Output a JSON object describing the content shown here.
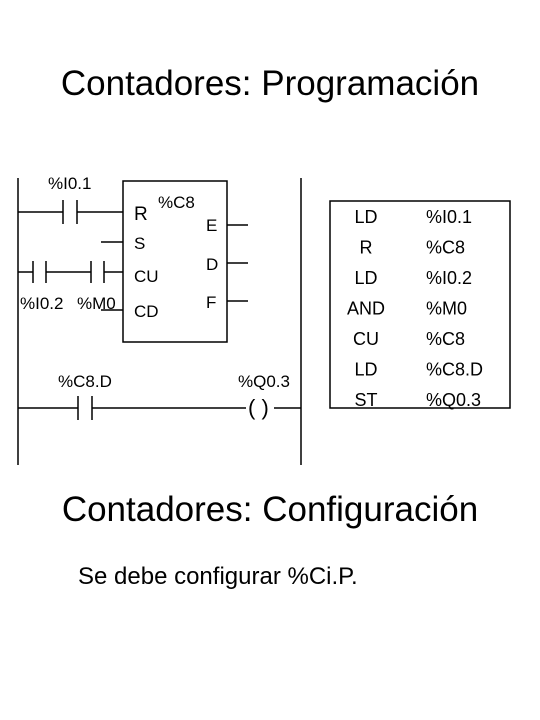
{
  "title_programming": "Contadores: Programación",
  "title_config": "Contadores: Configuración",
  "config_note": "Se debe configurar %Ci.P.",
  "ladder": {
    "contact_in1": "%I0.1",
    "contact_in2": "%I0.2",
    "contact_m0": "%M0",
    "contact_c8d": "%C8.D",
    "coil_out": "%Q0.3",
    "counter_name": "%C8",
    "in_r": "R",
    "in_s": "S",
    "in_cu": "CU",
    "in_cd": "CD",
    "out_e": "E",
    "out_d": "D",
    "out_f": "F",
    "coil_symbol": "( )"
  },
  "instruction_list": [
    {
      "op": "LD",
      "arg": "%I0.1"
    },
    {
      "op": "R",
      "arg": "%C8"
    },
    {
      "op": "LD",
      "arg": "%I0.2"
    },
    {
      "op": "AND",
      "arg": "%M0"
    },
    {
      "op": "CU",
      "arg": "%C8"
    },
    {
      "op": "LD",
      "arg": "%C8.D"
    },
    {
      "op": "ST",
      "arg": "%Q0.3"
    }
  ]
}
